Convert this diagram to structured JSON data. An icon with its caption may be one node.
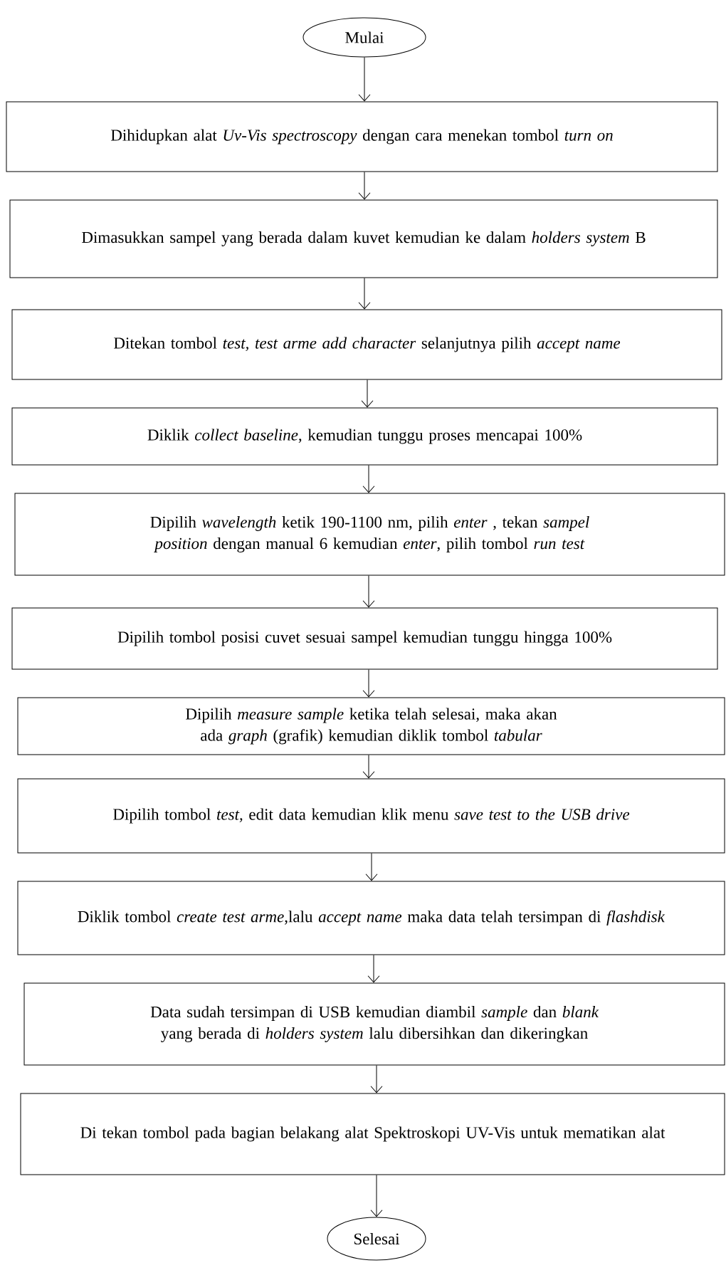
{
  "diagram": {
    "nodes": [
      {
        "text": [
          "Mulai"
        ]
      },
      {
        "text": [
          "Dihidupkan alat *Uv-Vis spectroscopy* dengan cara menekan tombol *turn on*"
        ]
      },
      {
        "text": [
          "Dimasukkan sampel yang berada dalam kuvet kemudian ke dalam *holders system* B"
        ]
      },
      {
        "text": [
          "Ditekan tombol *test, test arme add character* selanjutnya pilih *accept name*"
        ]
      },
      {
        "text": [
          "Diklik *collect baseline*, kemudian tunggu proses mencapai 100%"
        ]
      },
      {
        "text": [
          "Dipilih *wavelength* ketik 190-1100 nm, pilih *enter* , tekan *sampel position* dengan manual 6 kemudian *enter*, pilih tombol *run test*"
        ]
      },
      {
        "text": [
          "Dipilih tombol posisi cuvet sesuai sampel kemudian tunggu hingga 100%"
        ]
      },
      {
        "text": [
          "Dipilih *measure sample* ketika telah selesai, maka akan ada *graph* (grafik) kemudian diklik tombol *tabular*"
        ]
      },
      {
        "text": [
          "Dipilih tombol *test,* edit data kemudian klik menu *save test to the USB drive*"
        ]
      },
      {
        "text": [
          "Diklik tombol *create test arme*,lalu *accept name* maka data telah tersimpan di *flashdisk*"
        ]
      },
      {
        "text": [
          "Data sudah tersimpan di USB kemudian diambil *sample* dan *blank* yang berada di *holders system* lalu dibersihkan dan dikeringkan"
        ]
      },
      {
        "text": [
          "Di tekan tombol pada bagian belakang alat Spektroskopi UV-Vis untuk mematikan alat"
        ]
      },
      {
        "text": [
          "Selesai"
        ]
      }
    ],
    "edges": [
      {
        "from": 0,
        "to": 1,
        "arrow": "to"
      },
      {
        "from": 1,
        "to": 2,
        "arrow": "to"
      },
      {
        "from": 2,
        "to": 3,
        "arrow": "to"
      },
      {
        "from": 3,
        "to": 4,
        "arrow": "to"
      },
      {
        "from": 4,
        "to": 5,
        "arrow": "to"
      },
      {
        "from": 5,
        "to": 6,
        "arrow": "to"
      },
      {
        "from": 6,
        "to": 7,
        "arrow": "to"
      },
      {
        "from": 7,
        "to": 8,
        "arrow": "to"
      },
      {
        "from": 8,
        "to": 9,
        "arrow": "to"
      },
      {
        "from": 9,
        "to": 10,
        "arrow": "to"
      },
      {
        "from": 10,
        "to": 11,
        "arrow": "to"
      },
      {
        "from": 11,
        "to": 12,
        "arrow": "to"
      }
    ]
  }
}
